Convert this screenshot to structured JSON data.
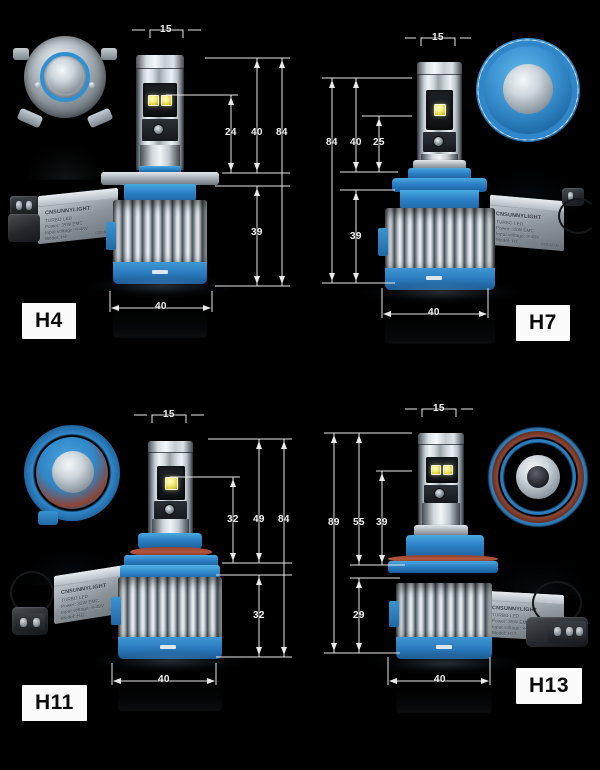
{
  "image": {
    "background_color": "#000000",
    "accent_blue": "#2f8fd0",
    "led_yellow": "#f6ef87",
    "metal_silver": "#c3ccd2",
    "badge_bg": "#fbfbfb",
    "badge_text_color": "#0b0b0b",
    "dimension_line_color": "#e9e9e9",
    "unit": "mm"
  },
  "panels": [
    {
      "id": "h4",
      "badge": "H4",
      "driver": {
        "brand": "CNSUNNYLIGHT",
        "line1": "TURBO LED",
        "line2": "Power: 35W  EMC",
        "line3": "Input voltage: 9-48V",
        "line4": "Model: H4",
        "cert": "CQC&TUV"
      },
      "dimensions": {
        "top_width": "15",
        "bottom_width": "40",
        "vertical": [
          "24",
          "40",
          "84",
          "39"
        ]
      },
      "socket_type": "h4-three-tab-flange"
    },
    {
      "id": "h7",
      "badge": "H7",
      "driver": {
        "brand": "CNSUNNYLIGHT",
        "line1": "TURBO LED",
        "line2": "Power: 35W  EMC",
        "line3": "Input voltage: 9-48V",
        "line4": "Model: H7",
        "cert": "CQC&TUV"
      },
      "dimensions": {
        "top_width": "15",
        "bottom_width": "40",
        "vertical": [
          "84",
          "40",
          "25",
          "39"
        ]
      },
      "socket_type": "h7-gear-ring"
    },
    {
      "id": "h11",
      "badge": "H11",
      "driver": {
        "brand": "CNSUNNYLIGHT",
        "line1": "TURBO LED",
        "line2": "Power: 35W  EMC",
        "line3": "Input voltage: 9-48V",
        "line4": "Model: H11",
        "cert": "CQC&TUV"
      },
      "dimensions": {
        "top_width": "15",
        "bottom_width": "40",
        "vertical": [
          "32",
          "49",
          "84",
          "32"
        ]
      },
      "socket_type": "h11-blue-ring"
    },
    {
      "id": "h13",
      "badge": "H13",
      "driver": {
        "brand": "CNSUNNYLIGHT",
        "line1": "TURBO LED",
        "line2": "Power: 35W  EMC",
        "line3": "Input voltage: 9-48V",
        "line4": "Model: H13",
        "cert": "CQC&TUV"
      },
      "dimensions": {
        "top_width": "15",
        "bottom_width": "40",
        "vertical": [
          "89",
          "55",
          "39",
          "29"
        ]
      },
      "socket_type": "h13-concentric-rings"
    }
  ]
}
